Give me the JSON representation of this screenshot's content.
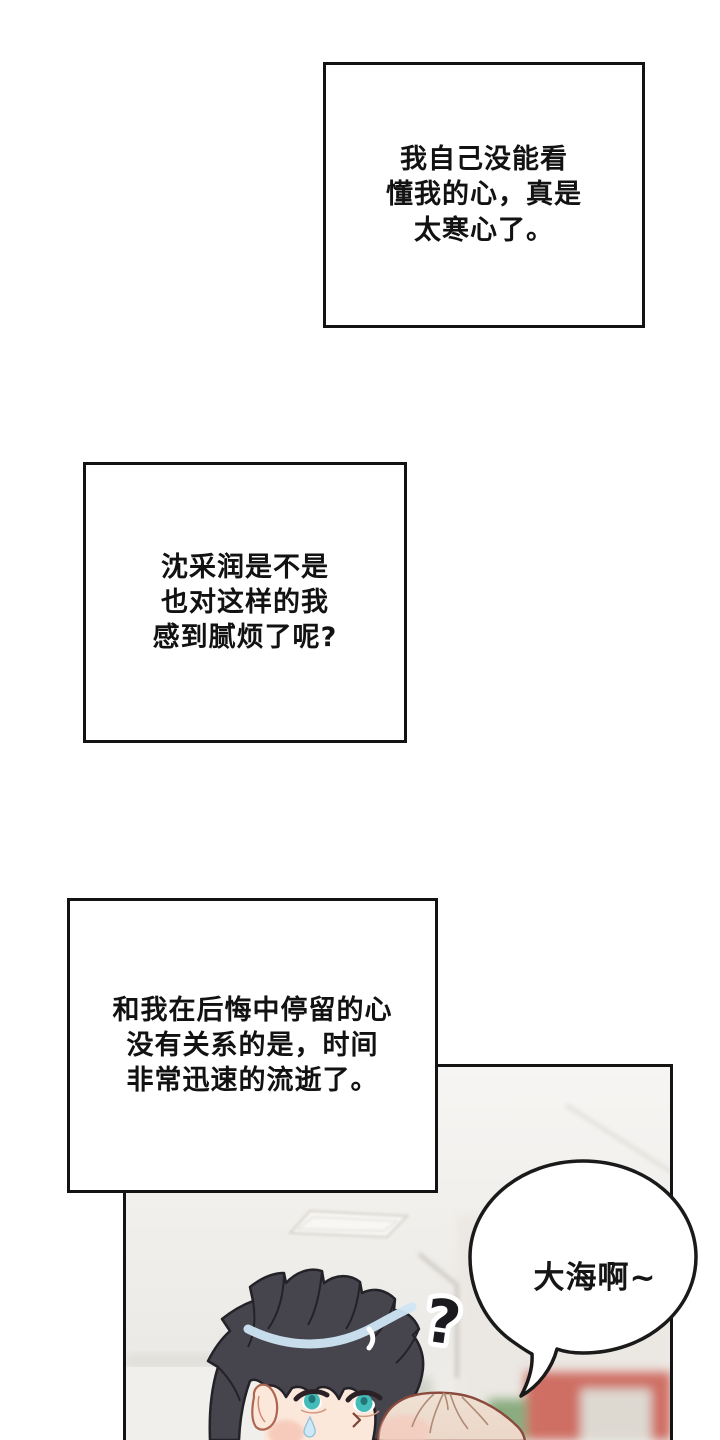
{
  "comic": {
    "narration_boxes": [
      {
        "lines": [
          "我自己没能看",
          "懂我的心，真是",
          "太寒心了。"
        ]
      },
      {
        "lines": [
          "沈采润是不是",
          "也对这样的我",
          "感到腻烦了呢?"
        ]
      },
      {
        "lines": [
          "和我在后悔中停留的心",
          "没有关系的是，时间",
          "非常迅速的流逝了。"
        ]
      }
    ],
    "panel": {
      "speech_bubble_text": "大海啊~",
      "question_mark": "?"
    },
    "colors": {
      "ink": "#141414",
      "hair_dark": "#46454d",
      "hair_outline": "#232228",
      "hair_highlight_blue": "#cfe6f4",
      "eye_teal": "#44bcba",
      "skin": "#fbe8db",
      "blush_pink": "#f6c6b6",
      "beige_hair": "#ecdfd1",
      "beige_hair_outline": "#8a4a3c",
      "machine_red": "#cf6e64",
      "plant_green": "#8aac80",
      "ceiling": "#f5f4f2"
    }
  }
}
